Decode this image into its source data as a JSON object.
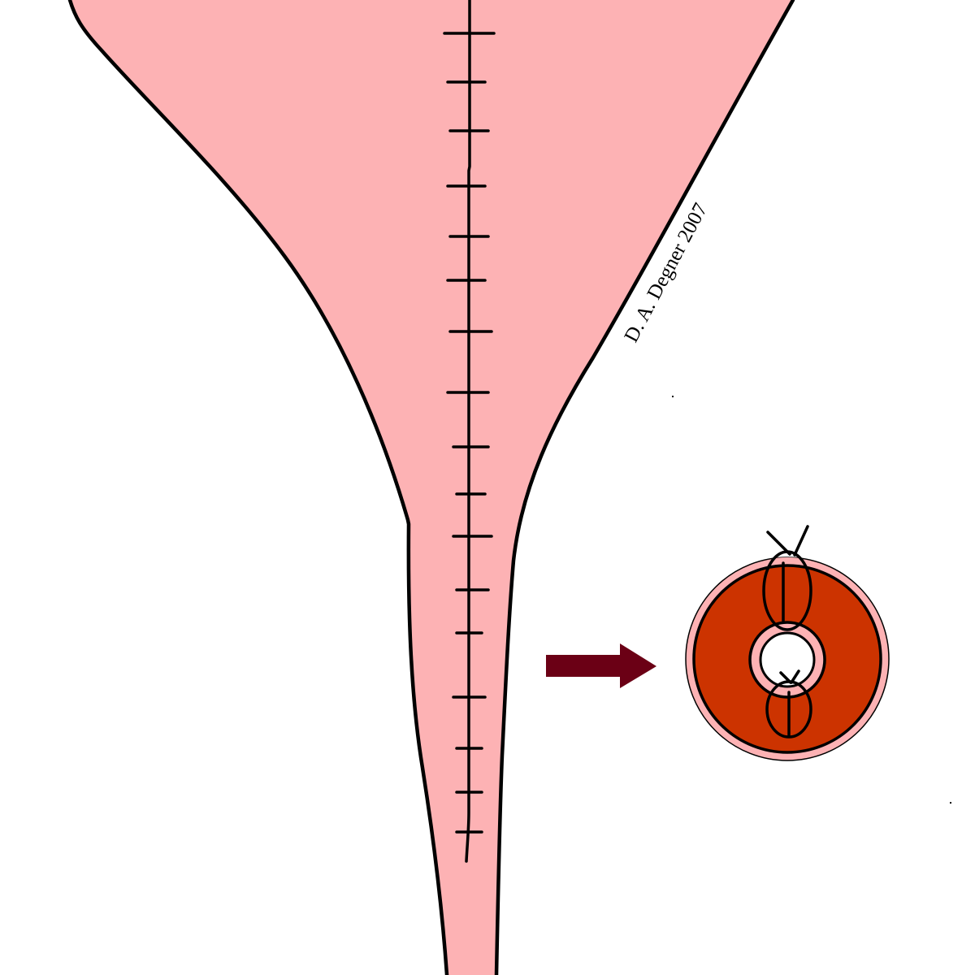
{
  "diagram": {
    "subject": "Sutured tubular structure (funnel-shaped) with cross-section view",
    "credit": "D. A. Degner 2007",
    "colors": {
      "tissue_pink": "#FDB2B4",
      "muscle_red": "#CC3300",
      "arrow": "#6B0015",
      "outline": "#000000",
      "background": "#FFFFFF"
    },
    "suture_line": {
      "stitch_count": 17,
      "stitch_y": [
        41,
        101,
        161,
        229,
        291,
        345,
        408,
        483,
        550,
        608,
        660,
        726,
        779,
        858,
        921,
        975,
        1024
      ]
    },
    "arrow": {
      "direction": "right",
      "label": ""
    },
    "cross_section": {
      "description": "Cross-section showing two interrupted sutures through the wall",
      "suture_knots": 2
    },
    "stray_dots": [
      [
        828,
        488
      ],
      [
        1170,
        988
      ]
    ]
  }
}
